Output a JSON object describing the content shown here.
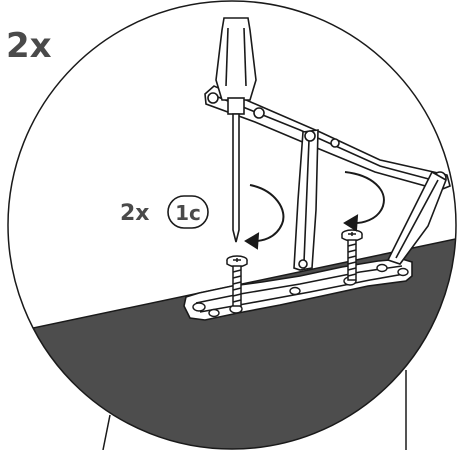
{
  "step": {
    "multiplier": "2x"
  },
  "callout": {
    "count": "2x",
    "part_id": "1c"
  },
  "colors": {
    "ink": "#1a1a1a",
    "dark_surface": "#4d4d4d",
    "label_gray": "#4a4a4a"
  },
  "icons": {
    "tool": "screwdriver-icon",
    "rotation": "clockwise-arrow-icon"
  }
}
